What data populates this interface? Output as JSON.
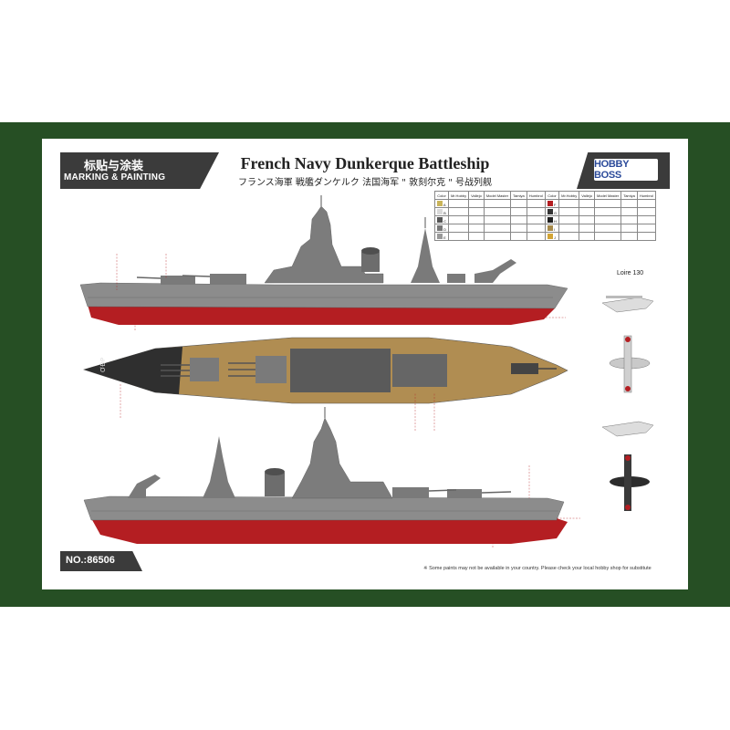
{
  "header": {
    "title_cn": "标贴与涂装",
    "title_en": "MARKING & PAINTING",
    "main_title": "French Navy Dunkerque Battleship",
    "subtitle": "フランス海軍 戦艦ダンケルク    法国海军 \" 敦刻尔克 \" 号战列舰",
    "logo": "HOBBY BOSS"
  },
  "paint_table": {
    "headers": [
      "Color",
      "Mr.Hobby",
      "Vallejo",
      "Model Master",
      "Tamiya",
      "Humbrol"
    ],
    "left_rows": [
      {
        "code": "A",
        "color": "#c9b45a",
        "values": [
          "",
          "",
          "",
          "",
          "",
          ""
        ]
      },
      {
        "code": "B",
        "color": "#d9d9d9",
        "values": [
          "",
          "",
          "",
          "",
          "",
          ""
        ]
      },
      {
        "code": "C",
        "color": "#555555",
        "values": [
          "",
          "",
          "",
          "",
          "",
          ""
        ]
      },
      {
        "code": "D",
        "color": "#777777",
        "values": [
          "",
          "",
          "",
          "",
          "",
          ""
        ]
      },
      {
        "code": "E",
        "color": "#999999",
        "values": [
          "",
          "",
          "",
          "",
          "",
          ""
        ]
      }
    ],
    "right_rows": [
      {
        "code": "F",
        "color": "#b41e22",
        "values": [
          "",
          "",
          "",
          "",
          "",
          ""
        ]
      },
      {
        "code": "G",
        "color": "#333333",
        "values": [
          "",
          "",
          "",
          "",
          "",
          ""
        ]
      },
      {
        "code": "H",
        "color": "#1f1f1f",
        "values": [
          "",
          "",
          "",
          "",
          "",
          ""
        ]
      },
      {
        "code": "I",
        "color": "#a68a4a",
        "values": [
          "",
          "",
          "",
          "",
          "",
          ""
        ]
      },
      {
        "code": "J",
        "color": "#d2a436",
        "values": [
          "",
          "",
          "",
          "",
          "",
          ""
        ]
      }
    ]
  },
  "aircraft_label": "Loire 130",
  "model_number": "NO.:86506",
  "notice": "※ Some paints may not be available in your country. Please check your local hobby shop for substitute",
  "colors": {
    "frame": "#264f24",
    "hull_red": "#b41e22",
    "hull_grey": "#8c8c8c",
    "deck_tan": "#b08d52",
    "banner": "#3b3b3b"
  }
}
